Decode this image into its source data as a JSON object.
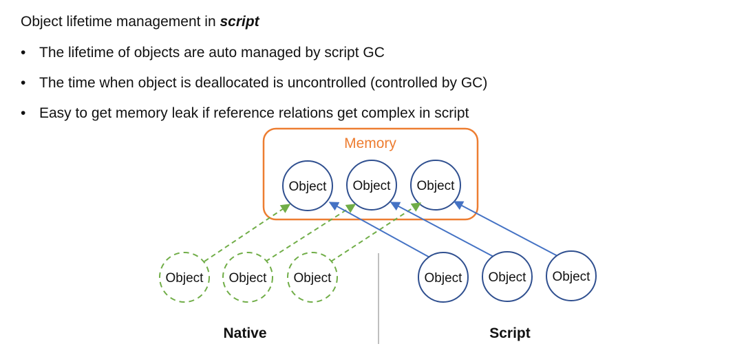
{
  "heading": {
    "prefix": "Object lifetime management in ",
    "emphasis": "script"
  },
  "bullets": [
    "The lifetime of objects are auto managed by script GC",
    "The time when object is deallocated is uncontrolled (controlled by GC)",
    "Easy to get memory leak if reference relations get complex in script"
  ],
  "diagram": {
    "memory_label": "Memory",
    "memory_objects": [
      "Object",
      "Object",
      "Object"
    ],
    "native_objects": [
      "Object",
      "Object",
      "Object"
    ],
    "script_objects": [
      "Object",
      "Object",
      "Object"
    ],
    "native_label": "Native",
    "script_label": "Script",
    "colors": {
      "memory_border": "#ED7D31",
      "object_circle": "#2F4F8F",
      "native_dashed": "#70AD47",
      "script_arrow": "#4472C4",
      "divider": "#BFBFBF"
    }
  }
}
